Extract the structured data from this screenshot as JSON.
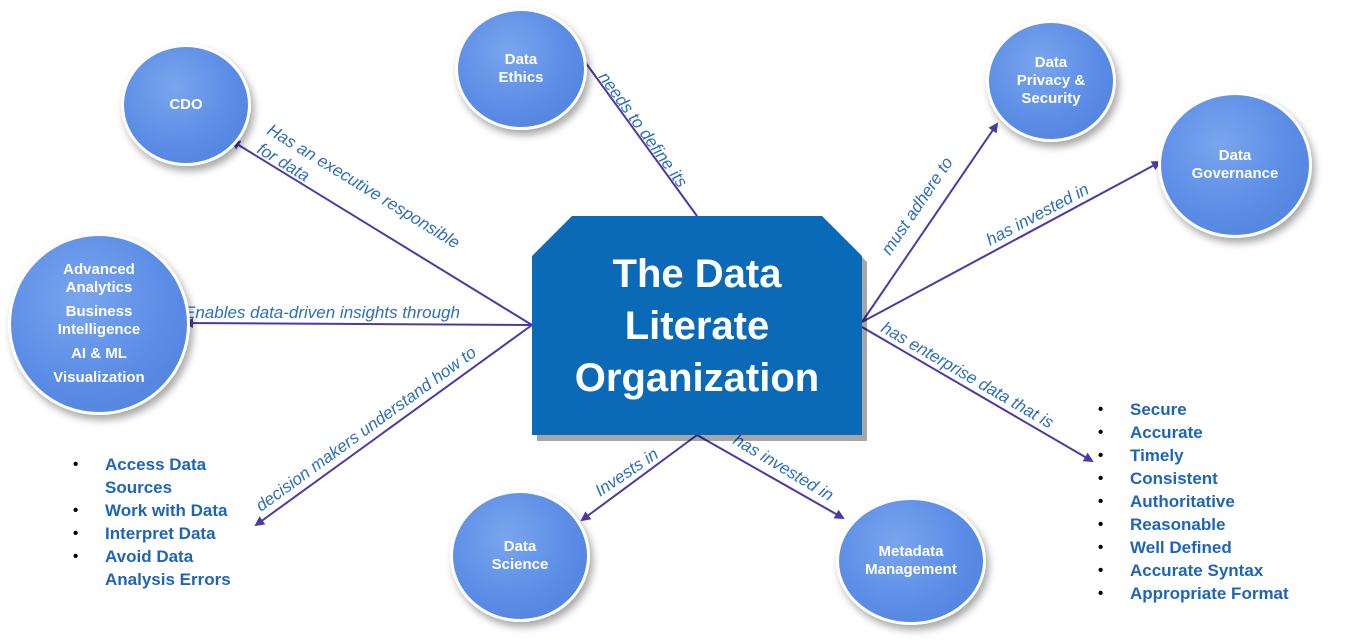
{
  "center": {
    "lines": [
      "The Data",
      "Literate",
      "Organization"
    ]
  },
  "nodes": {
    "cdo": [
      "CDO"
    ],
    "data_ethics": [
      "Data",
      "Ethics"
    ],
    "data_privacy": [
      "Data",
      "Privacy &",
      "Security"
    ],
    "data_governance": [
      "Data",
      "Governance"
    ],
    "analytics": [
      "Advanced Analytics",
      "Business Intelligence",
      "AI & ML",
      "Visualization"
    ],
    "data_science": [
      "Data",
      "Science"
    ],
    "metadata": [
      "Metadata",
      "Management"
    ]
  },
  "edges": {
    "cdo_line1": "Has an executive responsible",
    "cdo_line2": "for data",
    "ethics": "needs to define its",
    "privacy": "must adhere to",
    "governance": "has invested in",
    "analytics": "Enables data-driven insights through",
    "decision": "decision makers understand how to",
    "enterprise": "has enterprise data that is",
    "science": "Invests in",
    "metadata": "has invested in"
  },
  "left_list": [
    "Access Data Sources",
    "Work with Data",
    "Interpret Data",
    "Avoid Data Analysis Errors"
  ],
  "right_list": [
    "Secure",
    "Accurate",
    "Timely",
    "Consistent",
    "Authoritative",
    "Reasonable",
    "Well Defined",
    "Accurate Syntax",
    "Appropriate Format"
  ],
  "colors": {
    "center_fill": "#0b6ab8",
    "node_fill": "#5b8de6",
    "edge_line": "#4b3aa6",
    "edge_label": "#2e6fb7",
    "list_text": "#1f65b7"
  }
}
